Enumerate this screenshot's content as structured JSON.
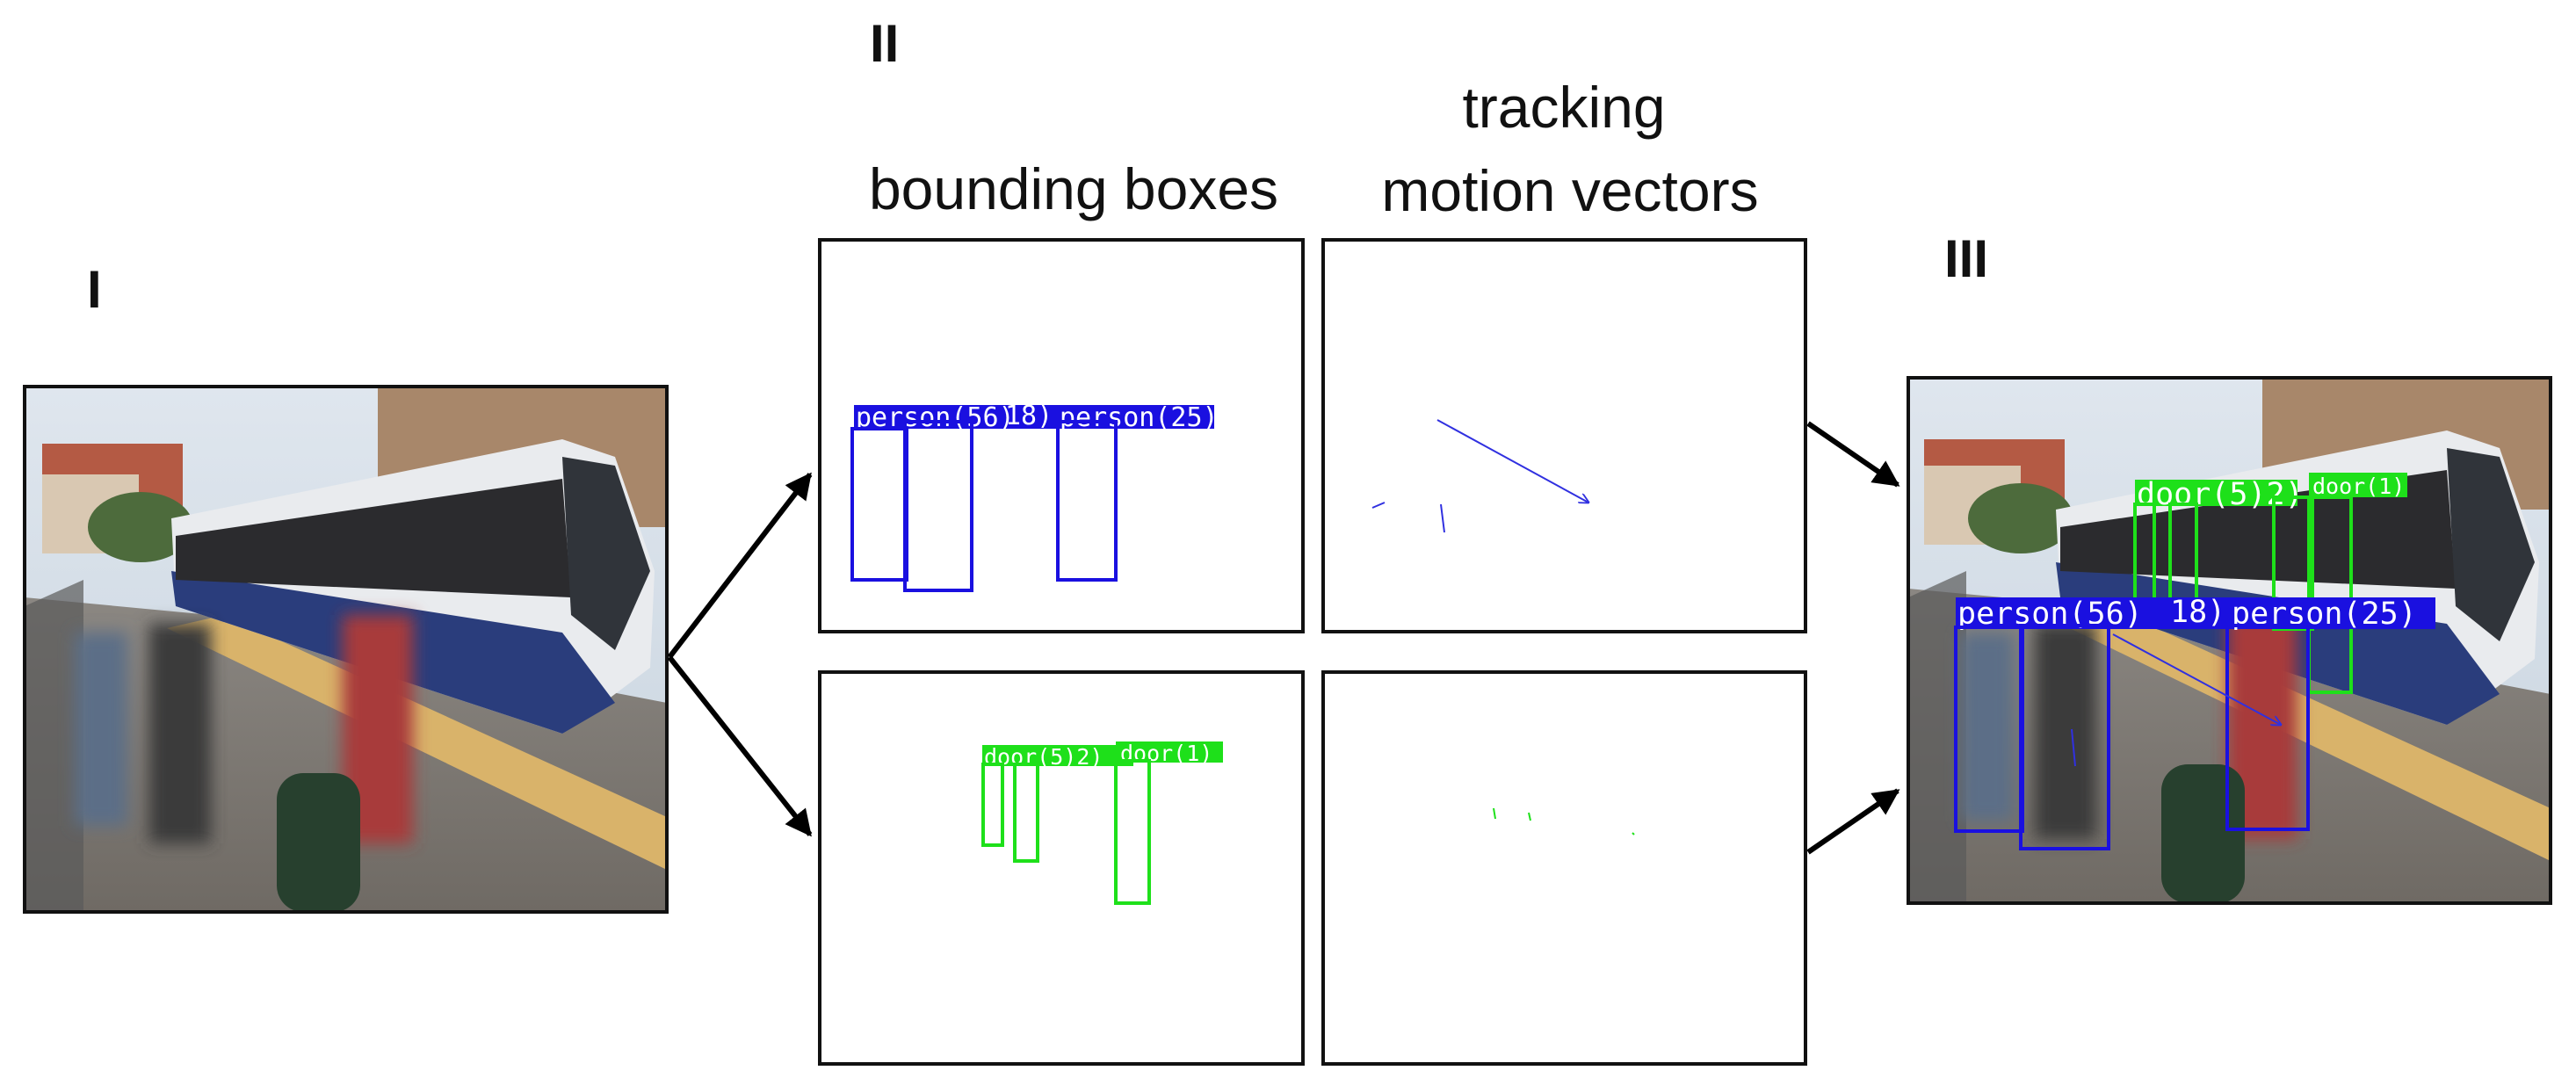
{
  "stages": {
    "one": "I",
    "two": "II",
    "three": "III"
  },
  "headers": {
    "bounding_boxes": "bounding boxes",
    "tracking_line1": "tracking",
    "tracking_line2": "motion vectors"
  },
  "person_labels": {
    "a": "person(56)",
    "b": "18)",
    "c": "person(25)"
  },
  "door_labels": {
    "a": "door(5)2)",
    "b": "door(1)"
  },
  "output_labels": {
    "person_a": "person(56)",
    "person_b": "18)",
    "person_c": "person(25)",
    "door_a": "door(5)2)",
    "door_b": "door(1)"
  },
  "colors": {
    "person": "#1a10e0",
    "door": "#1ee01a",
    "arrow": "#000000"
  }
}
